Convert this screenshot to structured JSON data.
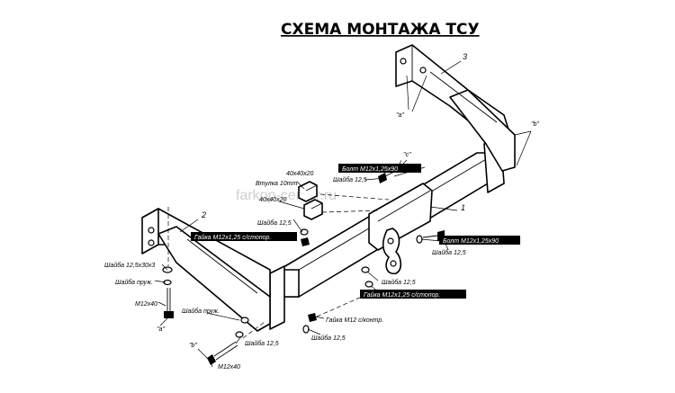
{
  "title": "СХЕМА МОНТАЖА ТСУ",
  "watermark": "farkop-center.ru",
  "part_numbers": {
    "p1": "1",
    "p2": "2",
    "p3": "3"
  },
  "mount_points": {
    "a_left": "\"a\"",
    "a_right": "\"a\"",
    "b_left": "\"b\"",
    "b_right": "\"b\"",
    "c": "\"c\""
  },
  "labels": {
    "bolt_top": "Болт М12х1,25х90",
    "washer_top": "Шайба 12,5",
    "size_upper": "40х40х20",
    "bushing": "Втулка 10mm",
    "size_lower": "40х40х20",
    "washer_mid_left": "Шайба 12,5",
    "nut_left": "Гайка М12х1,25 с/стопор.",
    "bolt_right": "Болт М12х1,25х90",
    "washer_right": "Шайба 12,5",
    "washer_right_lower": "Шайба 12,5",
    "nut_right": "Гайка М12х1,25 с/стопор.",
    "washer_big": "Шайба 12,5х30х3",
    "washer_spring": "Шайба пруж.",
    "bolt_m12x40": "М12х40",
    "washer_spring_2": "Шайба пруж.",
    "washer_bottom": "Шайба 12,5",
    "nut_m12": "Гайка М12 с/контр.",
    "washer_bottom_mid": "Шайба 12,5",
    "bolt_m12x40_bottom": "М12х40"
  },
  "colors": {
    "ink": "#000000",
    "background": "#ffffff",
    "watermark": "#cfcfcf"
  }
}
